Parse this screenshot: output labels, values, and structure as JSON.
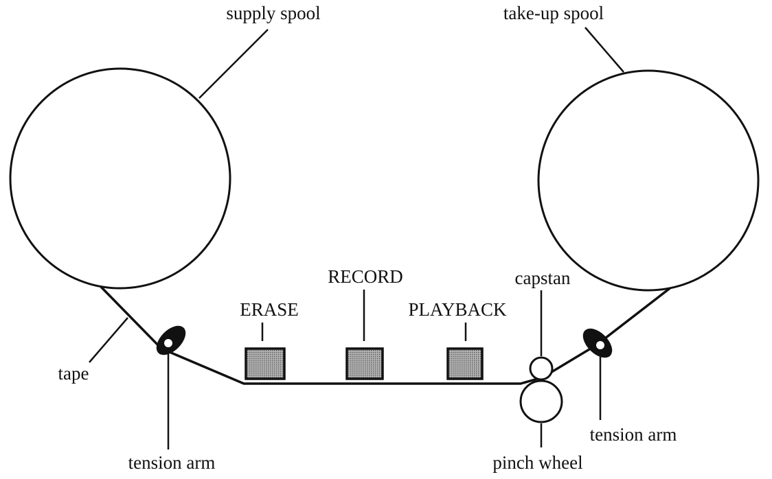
{
  "labels": {
    "supply_spool": "supply spool",
    "takeup_spool": "take-up spool",
    "tape": "tape",
    "tension_arm_left": "tension arm",
    "tension_arm_right": "tension arm",
    "erase": "ERASE",
    "record": "RECORD",
    "playback": "PLAYBACK",
    "capstan": "capstan",
    "pinch_wheel": "pinch wheel"
  },
  "colors": {
    "ink": "#111111",
    "head_fill": "#8a8a8a",
    "background": "#ffffff"
  }
}
